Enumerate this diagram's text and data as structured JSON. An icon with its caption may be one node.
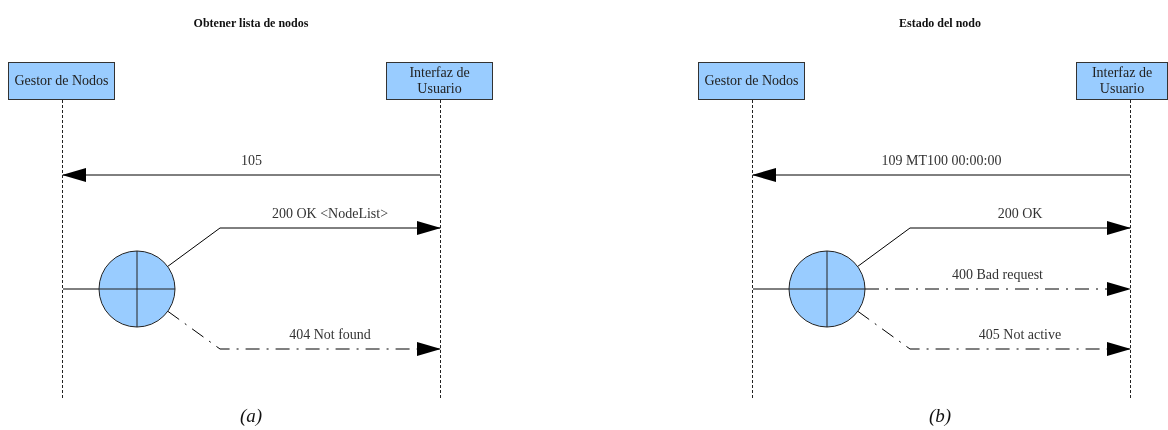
{
  "diagram": {
    "nodes": [
      {
        "text": [
          "Gestor de Nodos"
        ]
      },
      {
        "text": [
          "Interfaz de Usuario"
        ]
      },
      {
        "text": [],
        "shape": "line"
      },
      {
        "text": [],
        "shape": "line"
      },
      {
        "text": [],
        "shape": "circle"
      },
      {
        "text": [
          "Gestor de Nodos"
        ]
      },
      {
        "text": [
          "Interfaz de Usuario"
        ]
      },
      {
        "text": [],
        "shape": "line"
      },
      {
        "text": [],
        "shape": "line"
      },
      {
        "text": [],
        "shape": "circle"
      }
    ],
    "edges": [
      {
        "from": 3,
        "to": 2,
        "arrow": "to",
        "label": "105"
      },
      {
        "from": 2,
        "to": 4,
        "arrow": "none"
      },
      {
        "from": 4,
        "to": 3,
        "arrow": "to",
        "label": "200 OK <NodeList>"
      },
      {
        "from": 4,
        "to": 3,
        "arrow": "to",
        "label": "404 Not found",
        "style": "dashed"
      },
      {
        "from": 8,
        "to": 7,
        "arrow": "to",
        "label": "109 MT100 00:00:00"
      },
      {
        "from": 7,
        "to": 9,
        "arrow": "none"
      },
      {
        "from": 9,
        "to": 8,
        "arrow": "to",
        "label": "200 OK"
      },
      {
        "from": 9,
        "to": 8,
        "arrow": "to",
        "label": "400 Bad request",
        "style": "dashed"
      },
      {
        "from": 9,
        "to": 8,
        "arrow": "to",
        "label": "405 Not active",
        "style": "dashed"
      }
    ],
    "labels": [
      "Obtener lista de nodos",
      "Estado del nodo",
      "(a)",
      "(b)"
    ]
  }
}
